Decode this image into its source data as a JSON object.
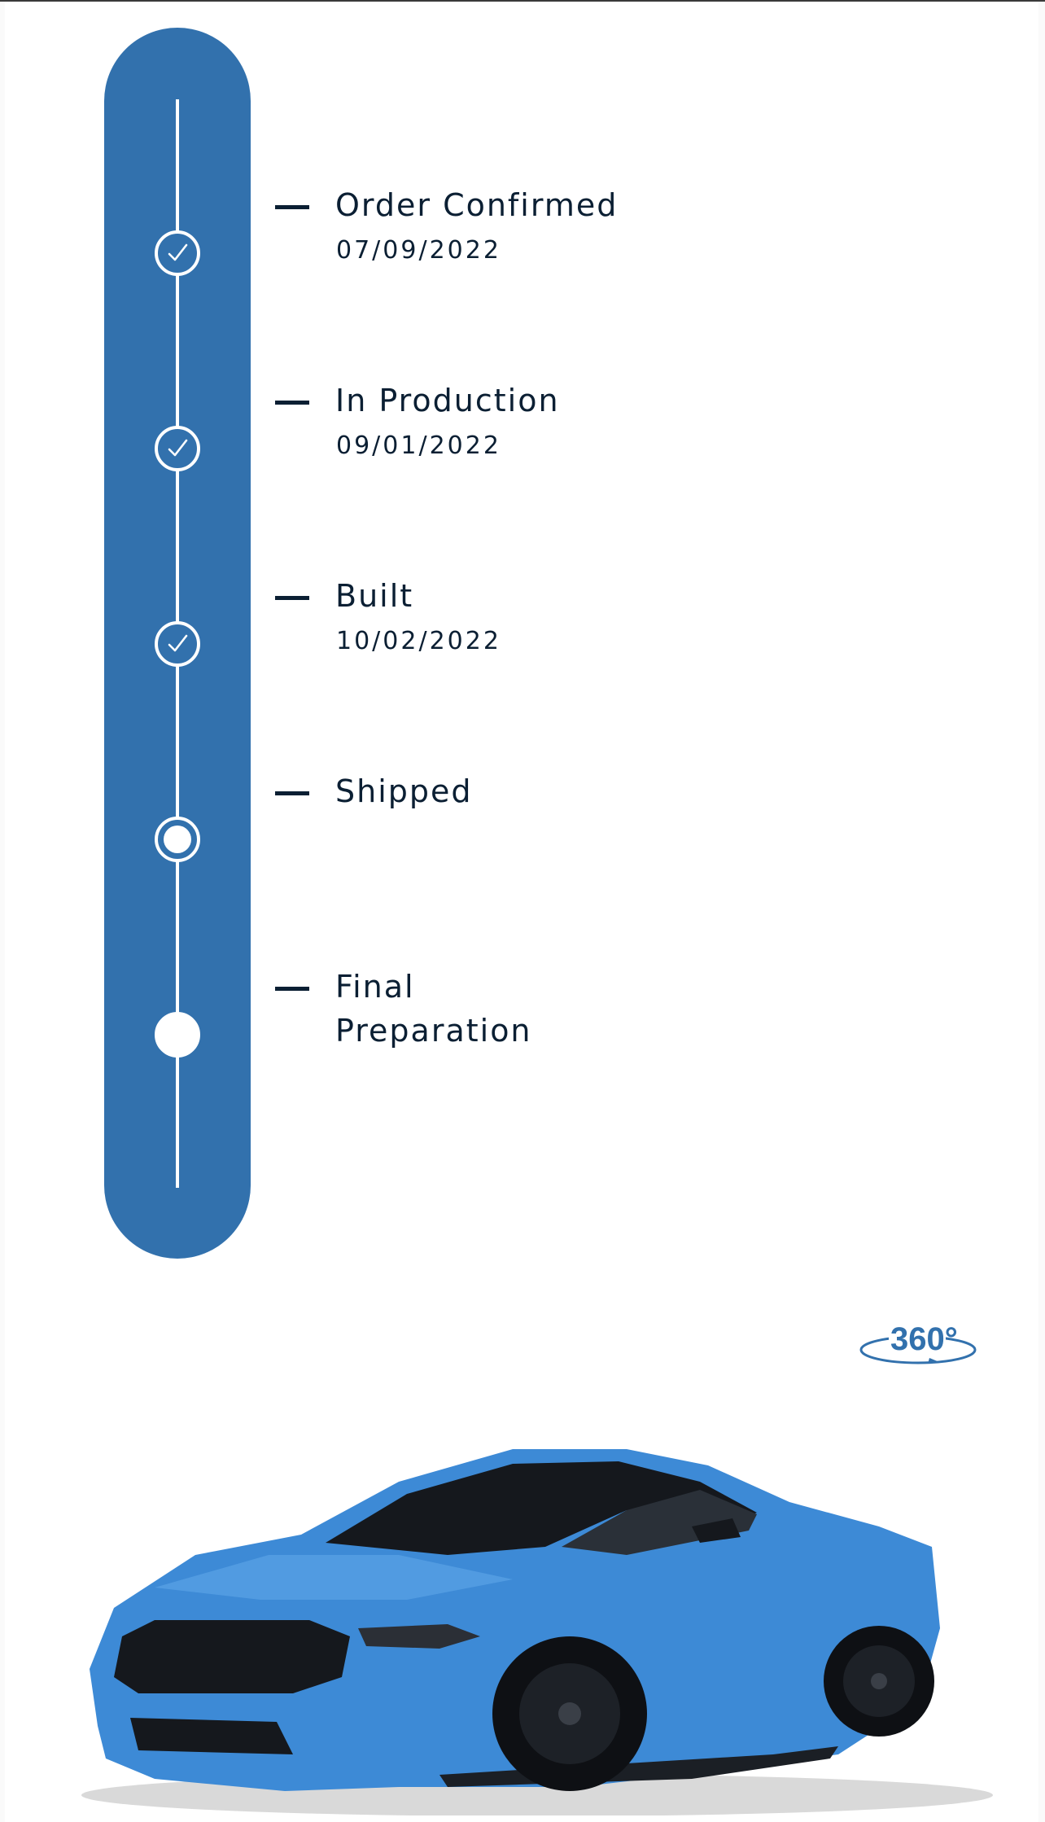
{
  "tracker": {
    "accent_color": "#3271ad",
    "steps": [
      {
        "label": "Order Confirmed",
        "date": "07/09/2022",
        "status": "completed",
        "icon": "check-icon"
      },
      {
        "label": "In Production",
        "date": "09/01/2022",
        "status": "completed",
        "icon": "check-icon"
      },
      {
        "label": "Built",
        "date": "10/02/2022",
        "status": "completed",
        "icon": "check-icon"
      },
      {
        "label": "Shipped",
        "date": "",
        "status": "current",
        "icon": "current-step-icon"
      },
      {
        "label_line1": "Final",
        "label_line2": "Preparation",
        "date": "",
        "status": "upcoming",
        "icon": "upcoming-step-icon"
      }
    ]
  },
  "viewer": {
    "badge_text": "360°",
    "badge_icon": "rotate-360-icon",
    "vehicle_color": "#3d8ad6",
    "vehicle_icon": "car-image"
  }
}
